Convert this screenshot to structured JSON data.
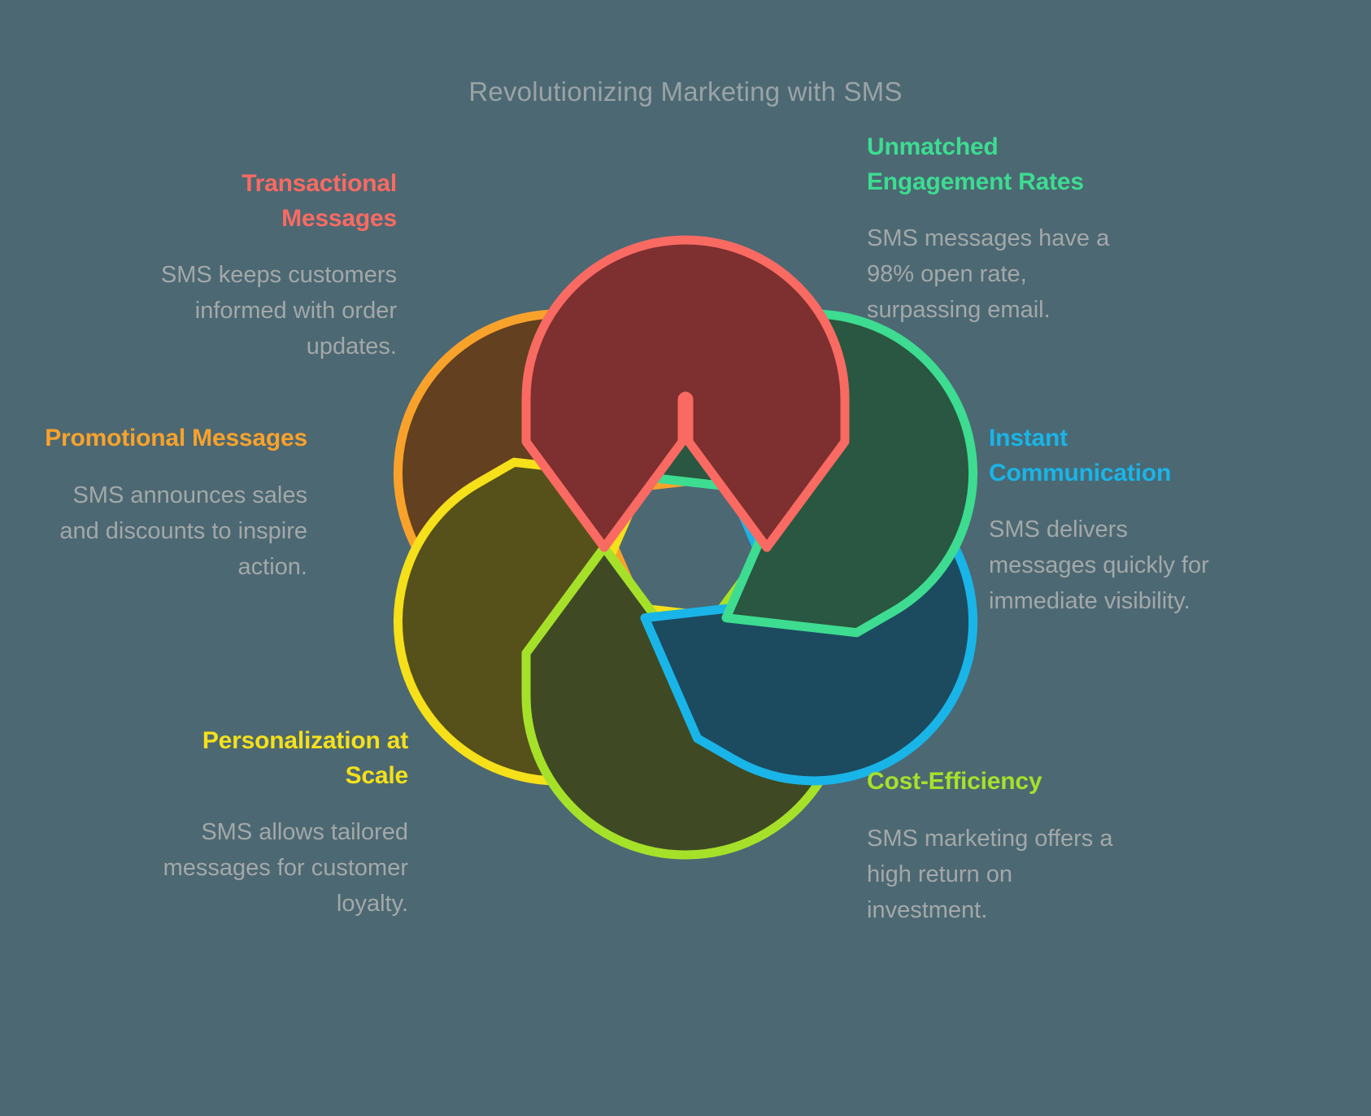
{
  "title": "Revolutionizing Marketing with SMS",
  "colors": {
    "background": "#4c6873",
    "title_text": "#9aa3a6",
    "body_text": "#a3a8a8",
    "transactional": "#f96a62",
    "promotional": "#f9a22b",
    "personalization": "#f5e01a",
    "cost_efficiency": "#a6e12a",
    "instant": "#19b5e8",
    "engagement": "#3ddc91"
  },
  "sections": {
    "transactional": {
      "heading": "Transactional Messages",
      "body": "SMS keeps customers informed with order updates."
    },
    "promotional": {
      "heading": "Promotional Messages",
      "body": "SMS announces sales and discounts to inspire action."
    },
    "personalization": {
      "heading": "Personalization at Scale",
      "body": "SMS allows tailored messages for customer loyalty."
    },
    "engagement": {
      "heading": "Unmatched Engagement Rates",
      "body": "SMS messages have a 98% open rate, surpassing email."
    },
    "instant": {
      "heading": "Instant Communication",
      "body": "SMS delivers messages quickly for immediate visibility."
    },
    "cost": {
      "heading": "Cost-Efficiency",
      "body": "SMS marketing offers a high return on investment."
    }
  },
  "graphic": {
    "name": "interlocking-hooks-pinwheel",
    "petal_count": 6,
    "petals": [
      {
        "name": "hook-transactional",
        "stroke": "#f96a62",
        "fill": "#7e2f2f",
        "rotation": 0
      },
      {
        "name": "hook-engagement",
        "stroke": "#3ddc91",
        "fill": "#295741",
        "rotation": 60
      },
      {
        "name": "hook-instant",
        "stroke": "#19b5e8",
        "fill": "#1c4b60",
        "rotation": 120
      },
      {
        "name": "hook-cost-efficiency",
        "stroke": "#a6e12a",
        "fill": "#3f4a24",
        "rotation": 180
      },
      {
        "name": "hook-personalization",
        "stroke": "#f5e01a",
        "fill": "#56511a",
        "rotation": 240
      },
      {
        "name": "hook-promotional",
        "stroke": "#f9a22b",
        "fill": "#63401f",
        "rotation": 300
      }
    ]
  }
}
